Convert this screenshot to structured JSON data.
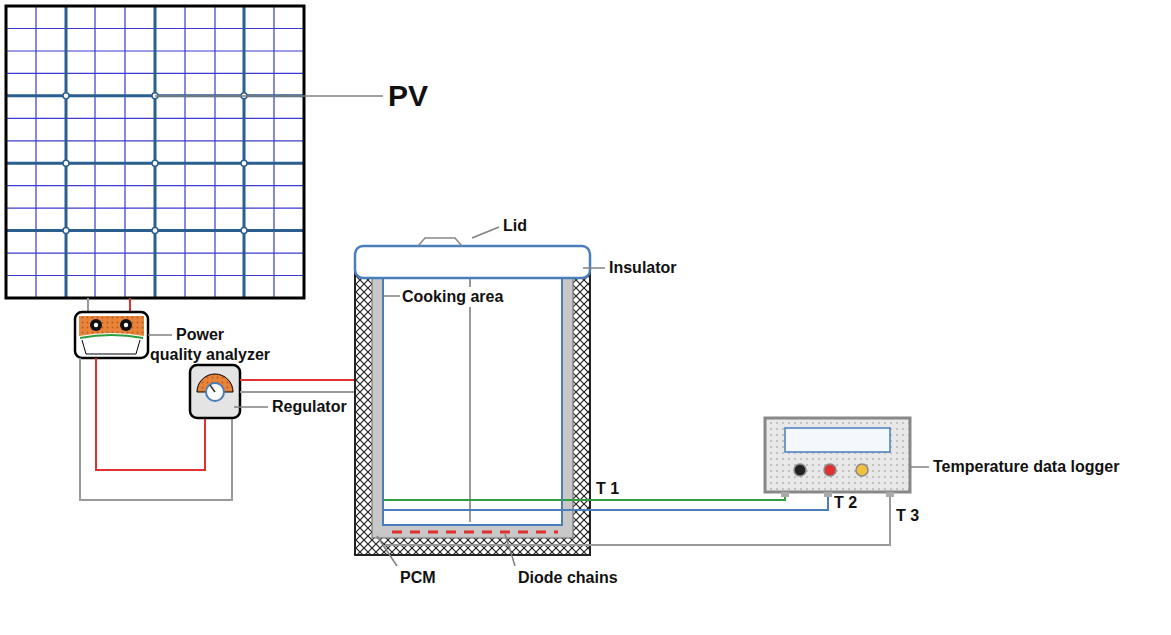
{
  "diagram": {
    "nodes": [
      {
        "text": [
          "Cooking area"
        ]
      }
    ],
    "labels": [
      "PV",
      "Lid",
      "Power quality analyzer",
      "Insulator",
      "Regulator",
      "PCM",
      "Diode chains",
      "T 1",
      "T 2",
      "T 3",
      "Temperature data logger"
    ]
  }
}
